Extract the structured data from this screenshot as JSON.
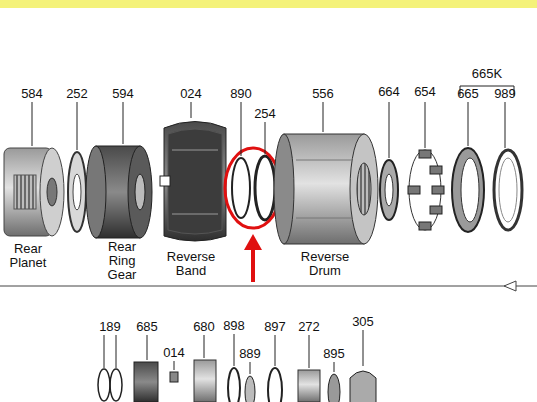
{
  "diagram": {
    "labels": [
      "584",
      "252",
      "594",
      "024",
      "890",
      "254",
      "556",
      "664",
      "654",
      "665K",
      "665",
      "989",
      "Rear Planet",
      "Rear Ring Gear",
      "Reverse Band",
      "Reverse Drum",
      "189",
      "685",
      "014",
      "680",
      "898",
      "889",
      "897",
      "272",
      "895",
      "305"
    ]
  }
}
